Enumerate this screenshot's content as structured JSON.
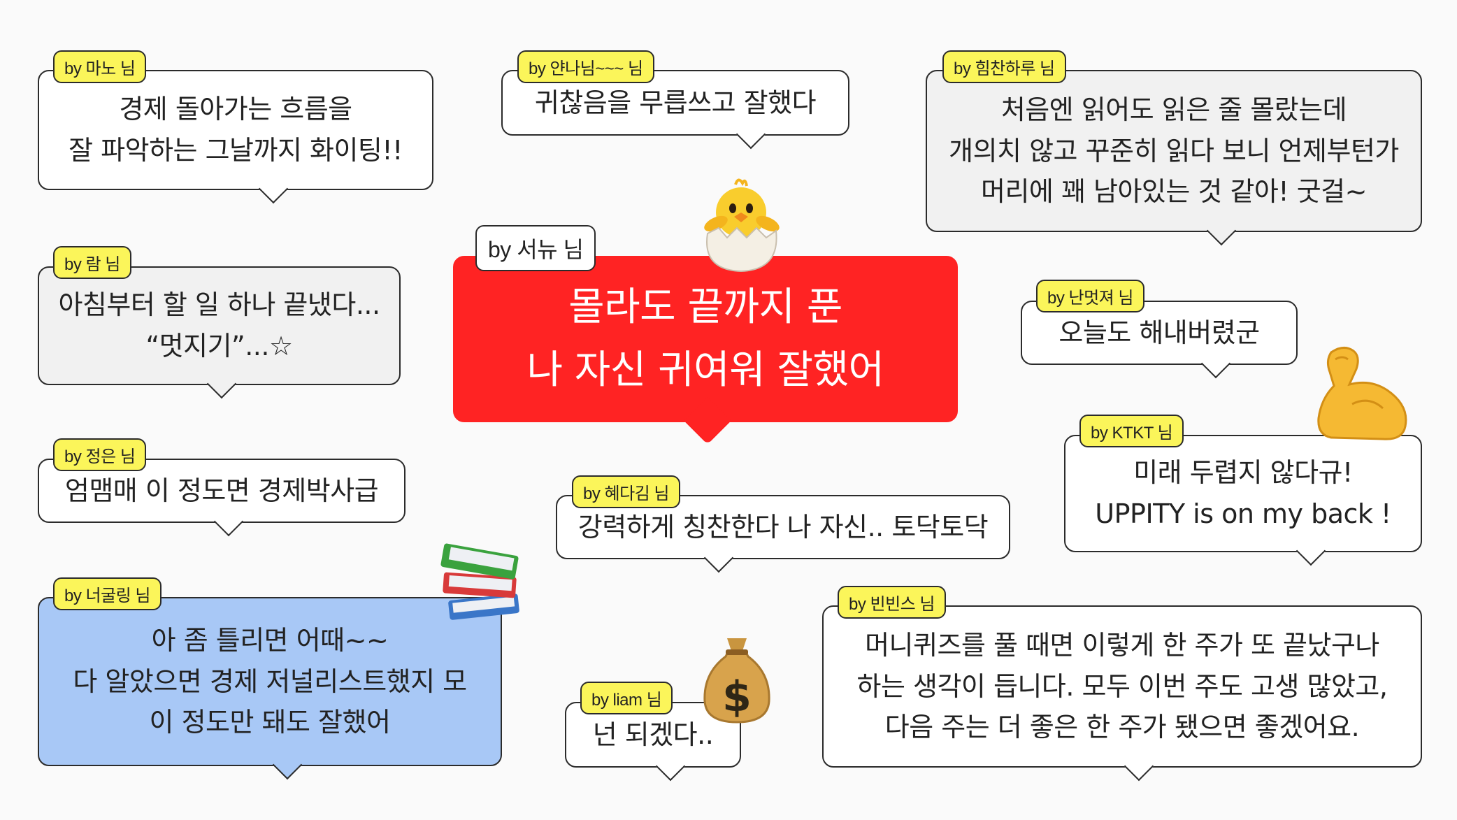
{
  "colors": {
    "tag": "#fbf55a",
    "gray": "#f1f1f1",
    "blue": "#a8c8f6",
    "red": "#ff2323"
  },
  "bubbles": {
    "mano": {
      "by": "by 마노 님",
      "lines": [
        "경제 돌아가는 흐름을",
        "잘 파악하는 그날까지 화이팅!!"
      ]
    },
    "annanim": {
      "by": "by 얀나님~~~ 님",
      "lines": [
        "귀찮음을 무릅쓰고 잘했다"
      ]
    },
    "himchan": {
      "by": "by 힘찬하루 님",
      "lines": [
        "처음엔 읽어도 읽은 줄 몰랐는데",
        "개의치 않고 꾸준히 읽다 보니 언제부턴가",
        "머리에 꽤 남아있는 것 같아! 굿걸~"
      ]
    },
    "ram": {
      "by": "by 람 님",
      "lines": [
        "아침부터 할 일 하나 끝냈다...",
        "“멋지기”...☆"
      ]
    },
    "seonyu": {
      "by": "by 서뉴 님",
      "lines": [
        "몰라도 끝까지 푼",
        "나 자신 귀여워 잘했어"
      ]
    },
    "nanmeot": {
      "by": "by 난멋져 님",
      "lines": [
        "오늘도 해내버렸군"
      ]
    },
    "jeongeun": {
      "by": "by 정은 님",
      "lines": [
        "엄맴매 이 정도면 경제박사급"
      ]
    },
    "hyedagim": {
      "by": "by 혜다김 님",
      "lines": [
        "강력하게 칭찬한다 나 자신.. 토닥토닥"
      ]
    },
    "ktkt": {
      "by": "by KTKT 님",
      "lines": [
        "미래 두렵지 않다규!",
        "UPPITY is on my back !"
      ]
    },
    "neogul": {
      "by": "by 너굴링 님",
      "lines": [
        "아 좀 틀리면 어때~~",
        "다 알았으면 경제 저널리스트했지 모",
        "이 정도만 돼도 잘했어"
      ]
    },
    "liam": {
      "by": "by liam 님",
      "lines": [
        "넌 되겠다.."
      ]
    },
    "binbins": {
      "by": "by 빈빈스 님",
      "lines": [
        "머니퀴즈를 풀 때면 이렇게 한 주가 또 끝났구나",
        "하는 생각이 듭니다. 모두 이번 주도 고생 많았고,",
        "다음 주는 더 좋은 한 주가 됐으면 좋겠어요."
      ]
    }
  },
  "emojis": {
    "chick": "hatching-chick",
    "books": "books",
    "money": "money-bag",
    "muscle": "flexed-biceps"
  }
}
